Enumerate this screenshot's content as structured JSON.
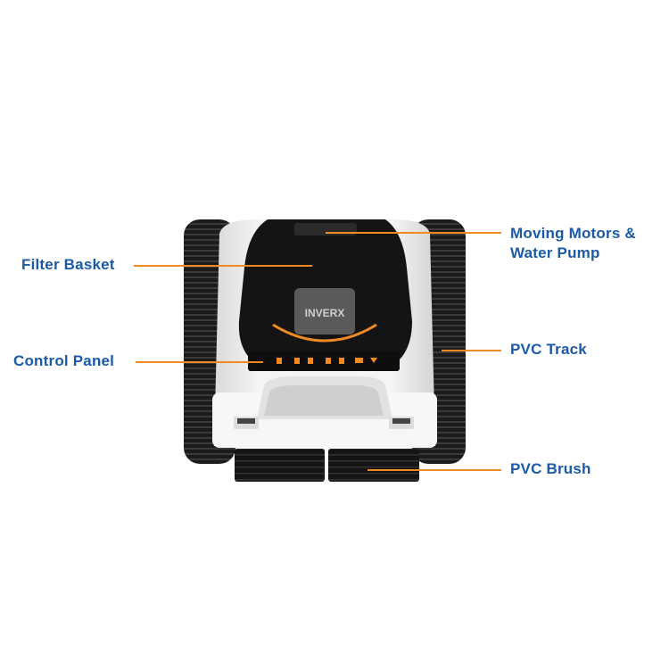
{
  "brand": "INVERX",
  "accent_color": "#f08a24",
  "label_color": "#1a5aa8",
  "callouts": {
    "moving_motors_line1": "Moving Motors &",
    "moving_motors_line2": "Water Pump",
    "filter_basket": "Filter Basket",
    "control_panel": "Control Panel",
    "pvc_track": "PVC Track",
    "pvc_brush": "PVC Brush"
  }
}
